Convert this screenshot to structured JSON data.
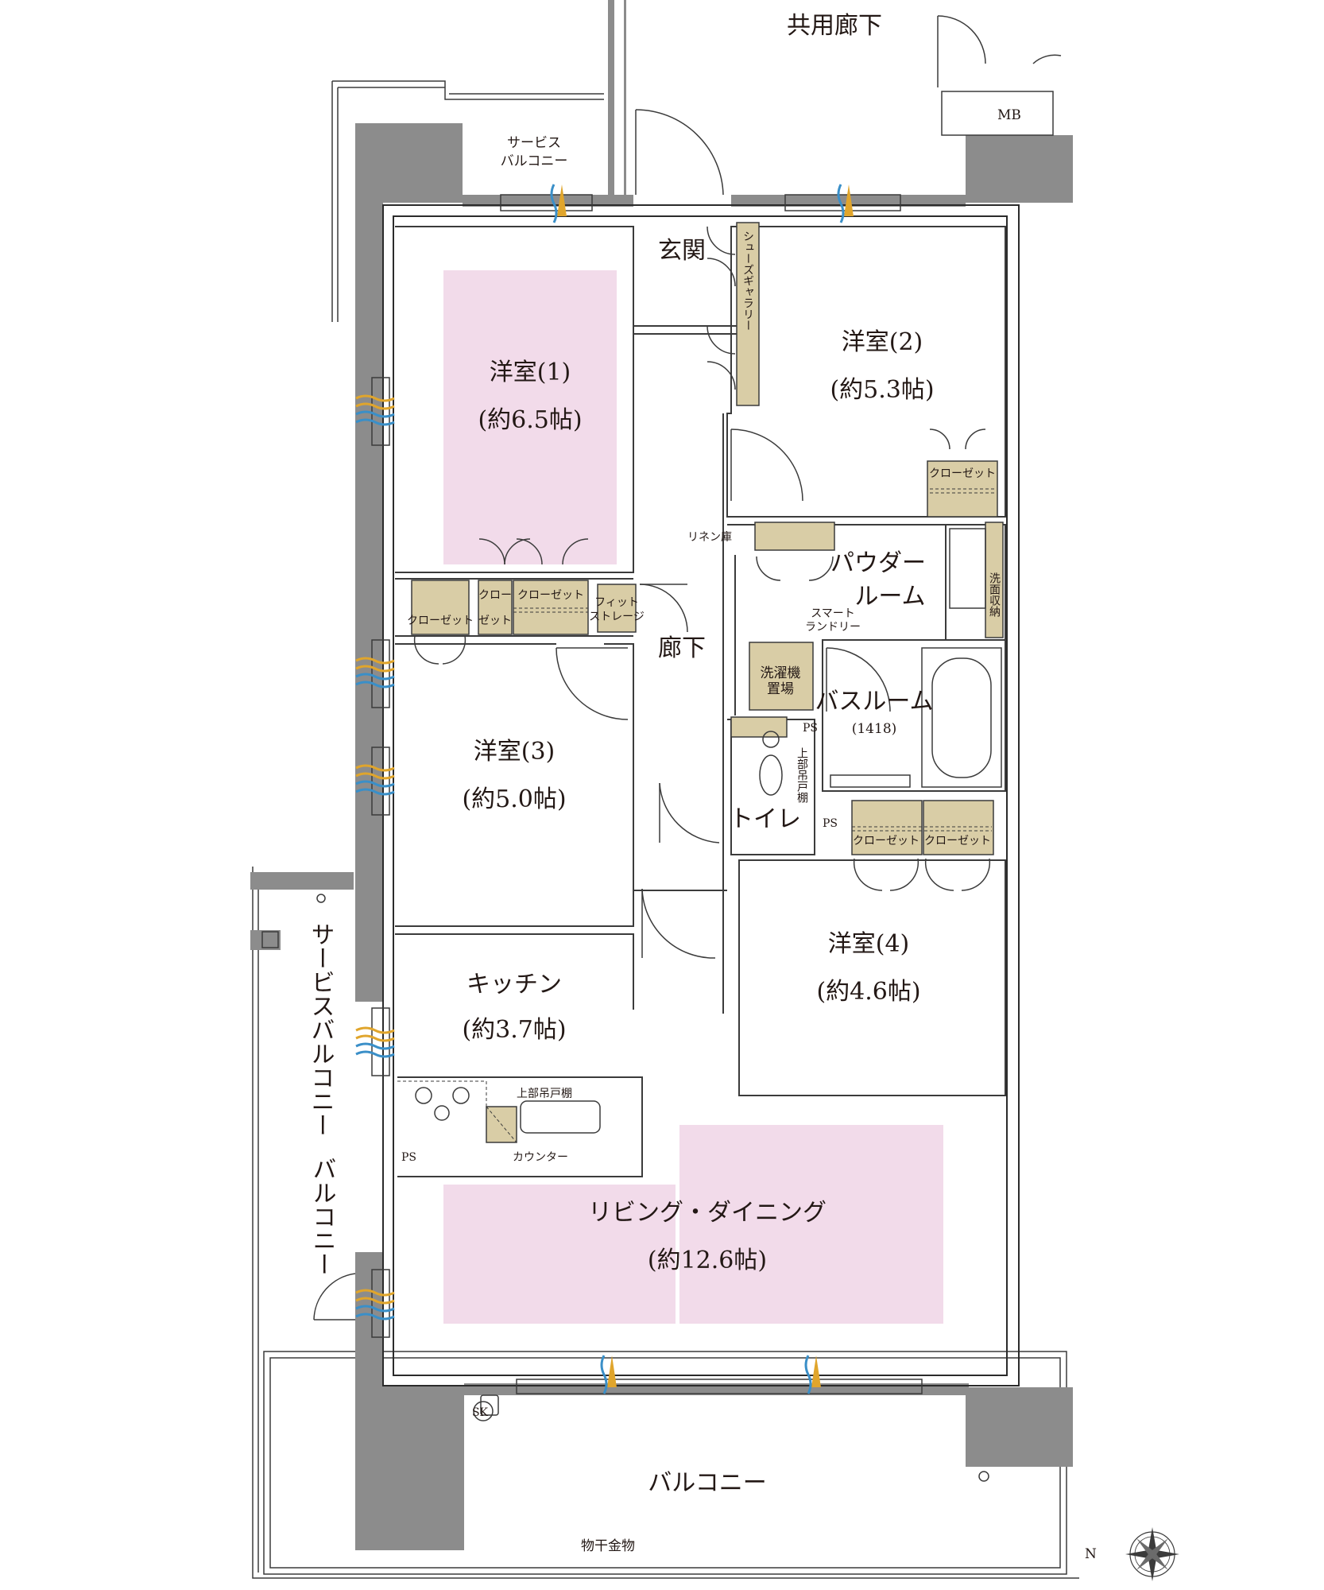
{
  "labels": {
    "common_corridor": "共用廊下",
    "mb": "MB",
    "service_balcony_top_1": "サービス",
    "service_balcony_top_2": "バルコニー",
    "entrance": "玄関",
    "shoes_gallery": "シューズギャラリー",
    "room1_name": "洋室(1)",
    "room1_size": "(約6.5帖)",
    "room2_name": "洋室(2)",
    "room2_size": "(約5.3帖)",
    "room3_name": "洋室(3)",
    "room3_size": "(約5.0帖)",
    "room4_name": "洋室(4)",
    "room4_size": "(約4.6帖)",
    "closet": "クローゼット",
    "closet_split_1": "クロー",
    "closet_split_2": "ゼット",
    "fit_storage_1": "フィット",
    "fit_storage_2": "ストレージ",
    "linen": "リネン庫",
    "powder_1": "パウダー",
    "powder_2": "ルーム",
    "washstand_storage": "洗面収納",
    "smart_laundry_1": "スマート",
    "smart_laundry_2": "ランドリー",
    "washer_1": "洗濯機",
    "washer_2": "置場",
    "hallway": "廊下",
    "bathroom": "バスルーム",
    "bath_size": "(1418)",
    "ps": "PS",
    "toilet": "トイレ",
    "upper_cabinet_v": "上部吊戸棚",
    "service_balcony_side": "サービスバルコニー",
    "kitchen_name": "キッチン",
    "kitchen_size": "(約3.7帖)",
    "upper_cabinet": "上部吊戸棚",
    "counter": "カウンター",
    "balcony_side": "バルコニー",
    "living_name": "リビング・ダイニング",
    "living_size": "(約12.6帖)",
    "sk": "SK",
    "balcony_bottom": "バルコニー",
    "drying_hardware": "物干金物",
    "north": "N"
  },
  "colors": {
    "room_highlight": "#f2dbea",
    "storage": "#d9cda6",
    "wall": "#8c8c8c",
    "line": "#3b3b3b",
    "vent_orange": "#e0a52c",
    "vent_blue": "#3a8fc8"
  }
}
